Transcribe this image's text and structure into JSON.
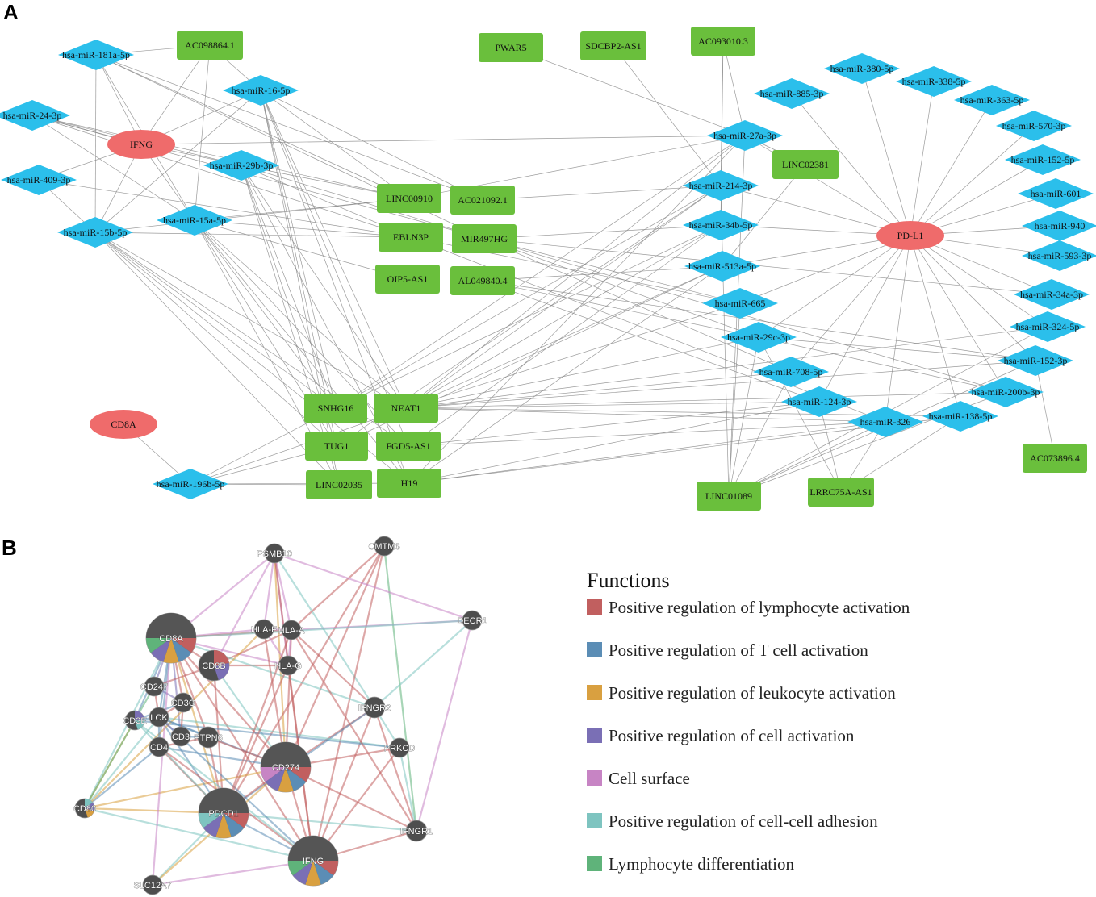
{
  "panel_a": {
    "letter": "A",
    "nodes": [
      {
        "id": "IFNG",
        "label": "IFNG",
        "kind": "ellipse"
      },
      {
        "id": "PDL1",
        "label": "PD-L1",
        "kind": "ellipse"
      },
      {
        "id": "CD8A",
        "label": "CD8A",
        "kind": "ellipse"
      },
      {
        "id": "m181a",
        "label": "hsa-miR-181a-5p",
        "kind": "diamond"
      },
      {
        "id": "m24",
        "label": "hsa-miR-24-3p",
        "kind": "diamond"
      },
      {
        "id": "m16",
        "label": "hsa-miR-16-5p",
        "kind": "diamond"
      },
      {
        "id": "m29b",
        "label": "hsa-miR-29b-3p",
        "kind": "diamond"
      },
      {
        "id": "m409",
        "label": "hsa-miR-409-3p",
        "kind": "diamond"
      },
      {
        "id": "m15a",
        "label": "hsa-miR-15a-5p",
        "kind": "diamond"
      },
      {
        "id": "m15b",
        "label": "hsa-miR-15b-5p",
        "kind": "diamond"
      },
      {
        "id": "m196b",
        "label": "hsa-miR-196b-5p",
        "kind": "diamond"
      },
      {
        "id": "m380",
        "label": "hsa-miR-380-5p",
        "kind": "diamond"
      },
      {
        "id": "m338",
        "label": "hsa-miR-338-5p",
        "kind": "diamond"
      },
      {
        "id": "m885",
        "label": "hsa-miR-885-3p",
        "kind": "diamond"
      },
      {
        "id": "m363",
        "label": "hsa-miR-363-5p",
        "kind": "diamond"
      },
      {
        "id": "m570",
        "label": "hsa-miR-570-3p",
        "kind": "diamond"
      },
      {
        "id": "m27a",
        "label": "hsa-miR-27a-3p",
        "kind": "diamond"
      },
      {
        "id": "m152_5",
        "label": "hsa-miR-152-5p",
        "kind": "diamond"
      },
      {
        "id": "m214",
        "label": "hsa-miR-214-3p",
        "kind": "diamond"
      },
      {
        "id": "m601",
        "label": "hsa-miR-601",
        "kind": "diamond"
      },
      {
        "id": "m34b",
        "label": "hsa-miR-34b-5p",
        "kind": "diamond"
      },
      {
        "id": "m940",
        "label": "hsa-miR-940",
        "kind": "diamond"
      },
      {
        "id": "m593",
        "label": "hsa-miR-593-3p",
        "kind": "diamond"
      },
      {
        "id": "m513a",
        "label": "hsa-miR-513a-5p",
        "kind": "diamond"
      },
      {
        "id": "m34a",
        "label": "hsa-miR-34a-3p",
        "kind": "diamond"
      },
      {
        "id": "m665",
        "label": "hsa-miR-665",
        "kind": "diamond"
      },
      {
        "id": "m324",
        "label": "hsa-miR-324-5p",
        "kind": "diamond"
      },
      {
        "id": "m29c",
        "label": "hsa-miR-29c-3p",
        "kind": "diamond"
      },
      {
        "id": "m152_3",
        "label": "hsa-miR-152-3p",
        "kind": "diamond"
      },
      {
        "id": "m708",
        "label": "hsa-miR-708-5p",
        "kind": "diamond"
      },
      {
        "id": "m200b",
        "label": "hsa-miR-200b-3p",
        "kind": "diamond"
      },
      {
        "id": "m124",
        "label": "hsa-miR-124-3p",
        "kind": "diamond"
      },
      {
        "id": "m138",
        "label": "hsa-miR-138-5p",
        "kind": "diamond"
      },
      {
        "id": "m326",
        "label": "hsa-miR-326",
        "kind": "diamond"
      },
      {
        "id": "AC098864",
        "label": "AC098864.1",
        "kind": "rect"
      },
      {
        "id": "PWAR5",
        "label": "PWAR5",
        "kind": "rect"
      },
      {
        "id": "SDCBP2",
        "label": "SDCBP2-AS1",
        "kind": "rect"
      },
      {
        "id": "AC093010",
        "label": "AC093010.3",
        "kind": "rect"
      },
      {
        "id": "LINC02381",
        "label": "LINC02381",
        "kind": "rect"
      },
      {
        "id": "LINC00910",
        "label": "LINC00910",
        "kind": "rect"
      },
      {
        "id": "AC021092",
        "label": "AC021092.1",
        "kind": "rect"
      },
      {
        "id": "EBLN3P",
        "label": "EBLN3P",
        "kind": "rect"
      },
      {
        "id": "MIR497HG",
        "label": "MIR497HG",
        "kind": "rect"
      },
      {
        "id": "OIP5",
        "label": "OIP5-AS1",
        "kind": "rect"
      },
      {
        "id": "AL049840",
        "label": "AL049840.4",
        "kind": "rect"
      },
      {
        "id": "SNHG16",
        "label": "SNHG16",
        "kind": "rect"
      },
      {
        "id": "NEAT1",
        "label": "NEAT1",
        "kind": "rect"
      },
      {
        "id": "TUG1",
        "label": "TUG1",
        "kind": "rect"
      },
      {
        "id": "FGD5",
        "label": "FGD5-AS1",
        "kind": "rect"
      },
      {
        "id": "LINC02035",
        "label": "LINC02035",
        "kind": "rect"
      },
      {
        "id": "H19",
        "label": "H19",
        "kind": "rect"
      },
      {
        "id": "LINC01089",
        "label": "LINC01089",
        "kind": "rect"
      },
      {
        "id": "LRRC75A",
        "label": "LRRC75A-AS1",
        "kind": "rect"
      },
      {
        "id": "AC073896",
        "label": "AC073896.4",
        "kind": "rect"
      }
    ]
  },
  "panel_b": {
    "letter": "B",
    "nodes": [
      {
        "id": "PSMB10",
        "label": "PSMB10",
        "size": "small"
      },
      {
        "id": "CMTM6",
        "label": "CMTM6",
        "size": "small"
      },
      {
        "id": "DECR1",
        "label": "DECR1",
        "size": "small"
      },
      {
        "id": "CD8A",
        "label": "CD8A",
        "size": "large"
      },
      {
        "id": "HLAF",
        "label": "HLA-F",
        "size": "small"
      },
      {
        "id": "HLAA",
        "label": "HLA-A",
        "size": "small"
      },
      {
        "id": "CD8B",
        "label": "CD8B",
        "size": "medium"
      },
      {
        "id": "HLAG",
        "label": "HLA-G",
        "size": "small"
      },
      {
        "id": "CD247",
        "label": "CD247",
        "size": "small"
      },
      {
        "id": "CD3G",
        "label": "CD3G",
        "size": "small"
      },
      {
        "id": "IFNGR2",
        "label": "IFNGR2",
        "size": "small"
      },
      {
        "id": "CD3E",
        "label": "CD3E",
        "size": "small"
      },
      {
        "id": "LCK",
        "label": "LCK",
        "size": "small"
      },
      {
        "id": "CD3D",
        "label": "CD3",
        "size": "small"
      },
      {
        "id": "PTPN6",
        "label": "PTPN6",
        "size": "small"
      },
      {
        "id": "PRKCD",
        "label": "PRKCD",
        "size": "small"
      },
      {
        "id": "CD4",
        "label": "CD4",
        "size": "small"
      },
      {
        "id": "CD274",
        "label": "CD274",
        "size": "large"
      },
      {
        "id": "CD80",
        "label": "CD80",
        "size": "small"
      },
      {
        "id": "PDCD1",
        "label": "PDCD1",
        "size": "large"
      },
      {
        "id": "IFNGR1",
        "label": "IFNGR1",
        "size": "small"
      },
      {
        "id": "IFNG",
        "label": "IFNG",
        "size": "large"
      },
      {
        "id": "SLC12A7",
        "label": "SLC12A7",
        "size": "small"
      }
    ]
  },
  "legend": {
    "title": "Functions",
    "items": [
      {
        "label": "Positive regulation of lymphocyte activation",
        "color": "#c15f5f"
      },
      {
        "label": "Positive regulation of T cell activation",
        "color": "#5b8db5"
      },
      {
        "label": "Positive regulation of leukocyte activation",
        "color": "#d9a040"
      },
      {
        "label": "Positive regulation of cell activation",
        "color": "#7a6fb5"
      },
      {
        "label": "Cell surface",
        "color": "#c784c4"
      },
      {
        "label": "Positive regulation of cell-cell adhesion",
        "color": "#7ec4c0"
      },
      {
        "label": "Lymphocyte differentiation",
        "color": "#5fb37a"
      }
    ]
  },
  "colors": {
    "ellipse": "#ef6b6b",
    "diamond": "#2bbfeb",
    "rect": "#6abf3c",
    "edge": "#8a8a8a",
    "gene_node": "#4e4e4e"
  }
}
